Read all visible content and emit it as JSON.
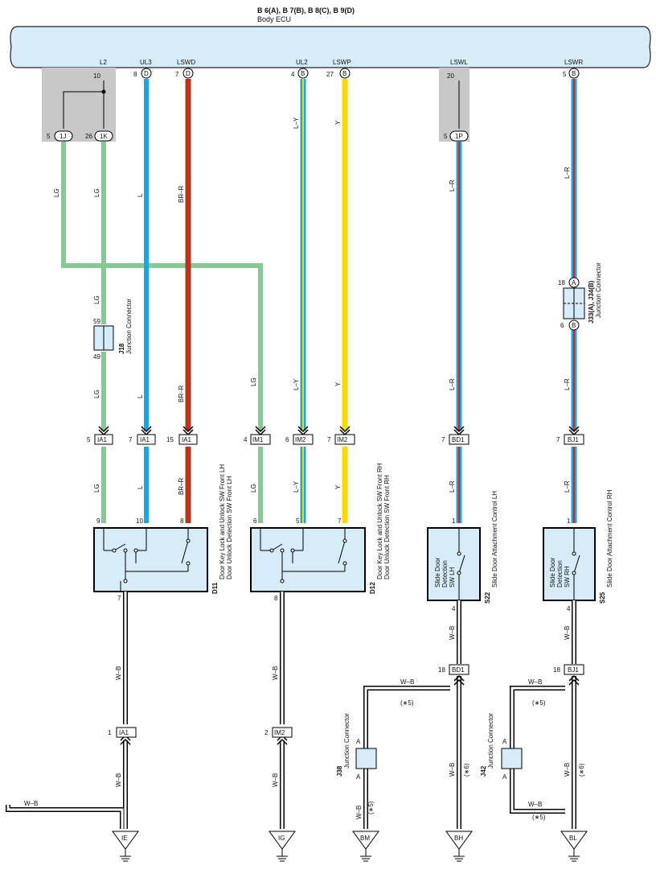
{
  "ecu": {
    "code": "B 6(A), B 7(B), B 8(C), B 9(D)",
    "name": "Body ECU"
  },
  "ecu_pins": [
    {
      "sig": "L2",
      "pin": "10",
      "conn": ""
    },
    {
      "sig": "UL3",
      "pin": "8",
      "conn": "D"
    },
    {
      "sig": "LSWD",
      "pin": "7",
      "conn": "D"
    },
    {
      "sig": "UL2",
      "pin": "4",
      "conn": "B"
    },
    {
      "sig": "LSWP",
      "pin": "27",
      "conn": "B"
    },
    {
      "sig": "LSWL",
      "pin": "20",
      "conn": ""
    },
    {
      "sig": "LSWR",
      "pin": "5",
      "conn": "B"
    }
  ],
  "ecu_connectors": [
    {
      "pin": "5",
      "conn": "1J"
    },
    {
      "pin": "26",
      "conn": "1K"
    },
    {
      "pin": "5",
      "conn": "1P"
    }
  ],
  "wire_colors": {
    "lg": "LG",
    "l": "L",
    "br_r": "BR–R",
    "l_y": "L–Y",
    "y": "Y",
    "l_r": "L–R",
    "w_b": "W–B",
    "paren5": "(∗5)",
    "paren6": "(∗6)"
  },
  "colors": {
    "lg": "#86c995",
    "l": "#1ba6e6",
    "br": "#a0401c",
    "red": "#e02020",
    "yellow": "#ffd800",
    "ecu": "#d6ecf8",
    "gray": "#c8c8c8",
    "box": "#d6ecf8"
  },
  "junctions": {
    "j18": {
      "code": "J18",
      "name": "Junction Connector",
      "pin_top": "59",
      "pin_bot": "49"
    },
    "j33": {
      "code": "J33(A), J34(B)",
      "name": "Junction Connector",
      "pin_top": "18",
      "pin_bot": "6",
      "conn_top": "A",
      "conn_bot": "B"
    },
    "j38": {
      "code": "J38",
      "name": "Junction Connector",
      "a": "A"
    },
    "j42": {
      "code": "J42",
      "name": "Junction Connector",
      "a": "A"
    }
  },
  "inline_connectors": [
    {
      "pin": "5",
      "conn": "IA1"
    },
    {
      "pin": "7",
      "conn": "IA1"
    },
    {
      "pin": "15",
      "conn": "IA1"
    },
    {
      "pin": "4",
      "conn": "IM1"
    },
    {
      "pin": "6",
      "conn": "IM2"
    },
    {
      "pin": "7",
      "conn": "IM2"
    },
    {
      "pin": "7",
      "conn": "BD1"
    },
    {
      "pin": "7",
      "conn": "BJ1"
    }
  ],
  "components": {
    "d11": {
      "code": "D11",
      "line1": "Door Key Lock and Unlock SW Front LH",
      "line2": "Door Unlock Detection SW Front LH",
      "pins": [
        "9",
        "10",
        "8"
      ],
      "pin_out": "7"
    },
    "d12": {
      "code": "D12",
      "line1": "Door Key Lock and Unlock SW Front RH",
      "line2": "Door Unlock Detection SW Front RH",
      "pins": [
        "6",
        "5",
        "7"
      ],
      "pin_out": "8"
    },
    "s22": {
      "code": "S22",
      "name": "Slide Door Attachment Control LH",
      "inner1": "Slide Door",
      "inner2": "Detection",
      "inner3": "SW LH",
      "pin_in": "1",
      "pin_out": "4"
    },
    "s25": {
      "code": "S25",
      "name": "Slide Door Attachment Control RH",
      "inner1": "Slide Door",
      "inner2": "Detection",
      "inner3": "SW RH",
      "pin_in": "1",
      "pin_out": "4"
    }
  },
  "lower_connectors": [
    {
      "pin": "1",
      "conn": "IA1"
    },
    {
      "pin": "2",
      "conn": "IM2"
    },
    {
      "pin": "18",
      "conn": "BD1"
    },
    {
      "pin": "18",
      "conn": "BJ1"
    }
  ],
  "grounds": [
    "IE",
    "IG",
    "BM",
    "BH",
    "BL"
  ]
}
